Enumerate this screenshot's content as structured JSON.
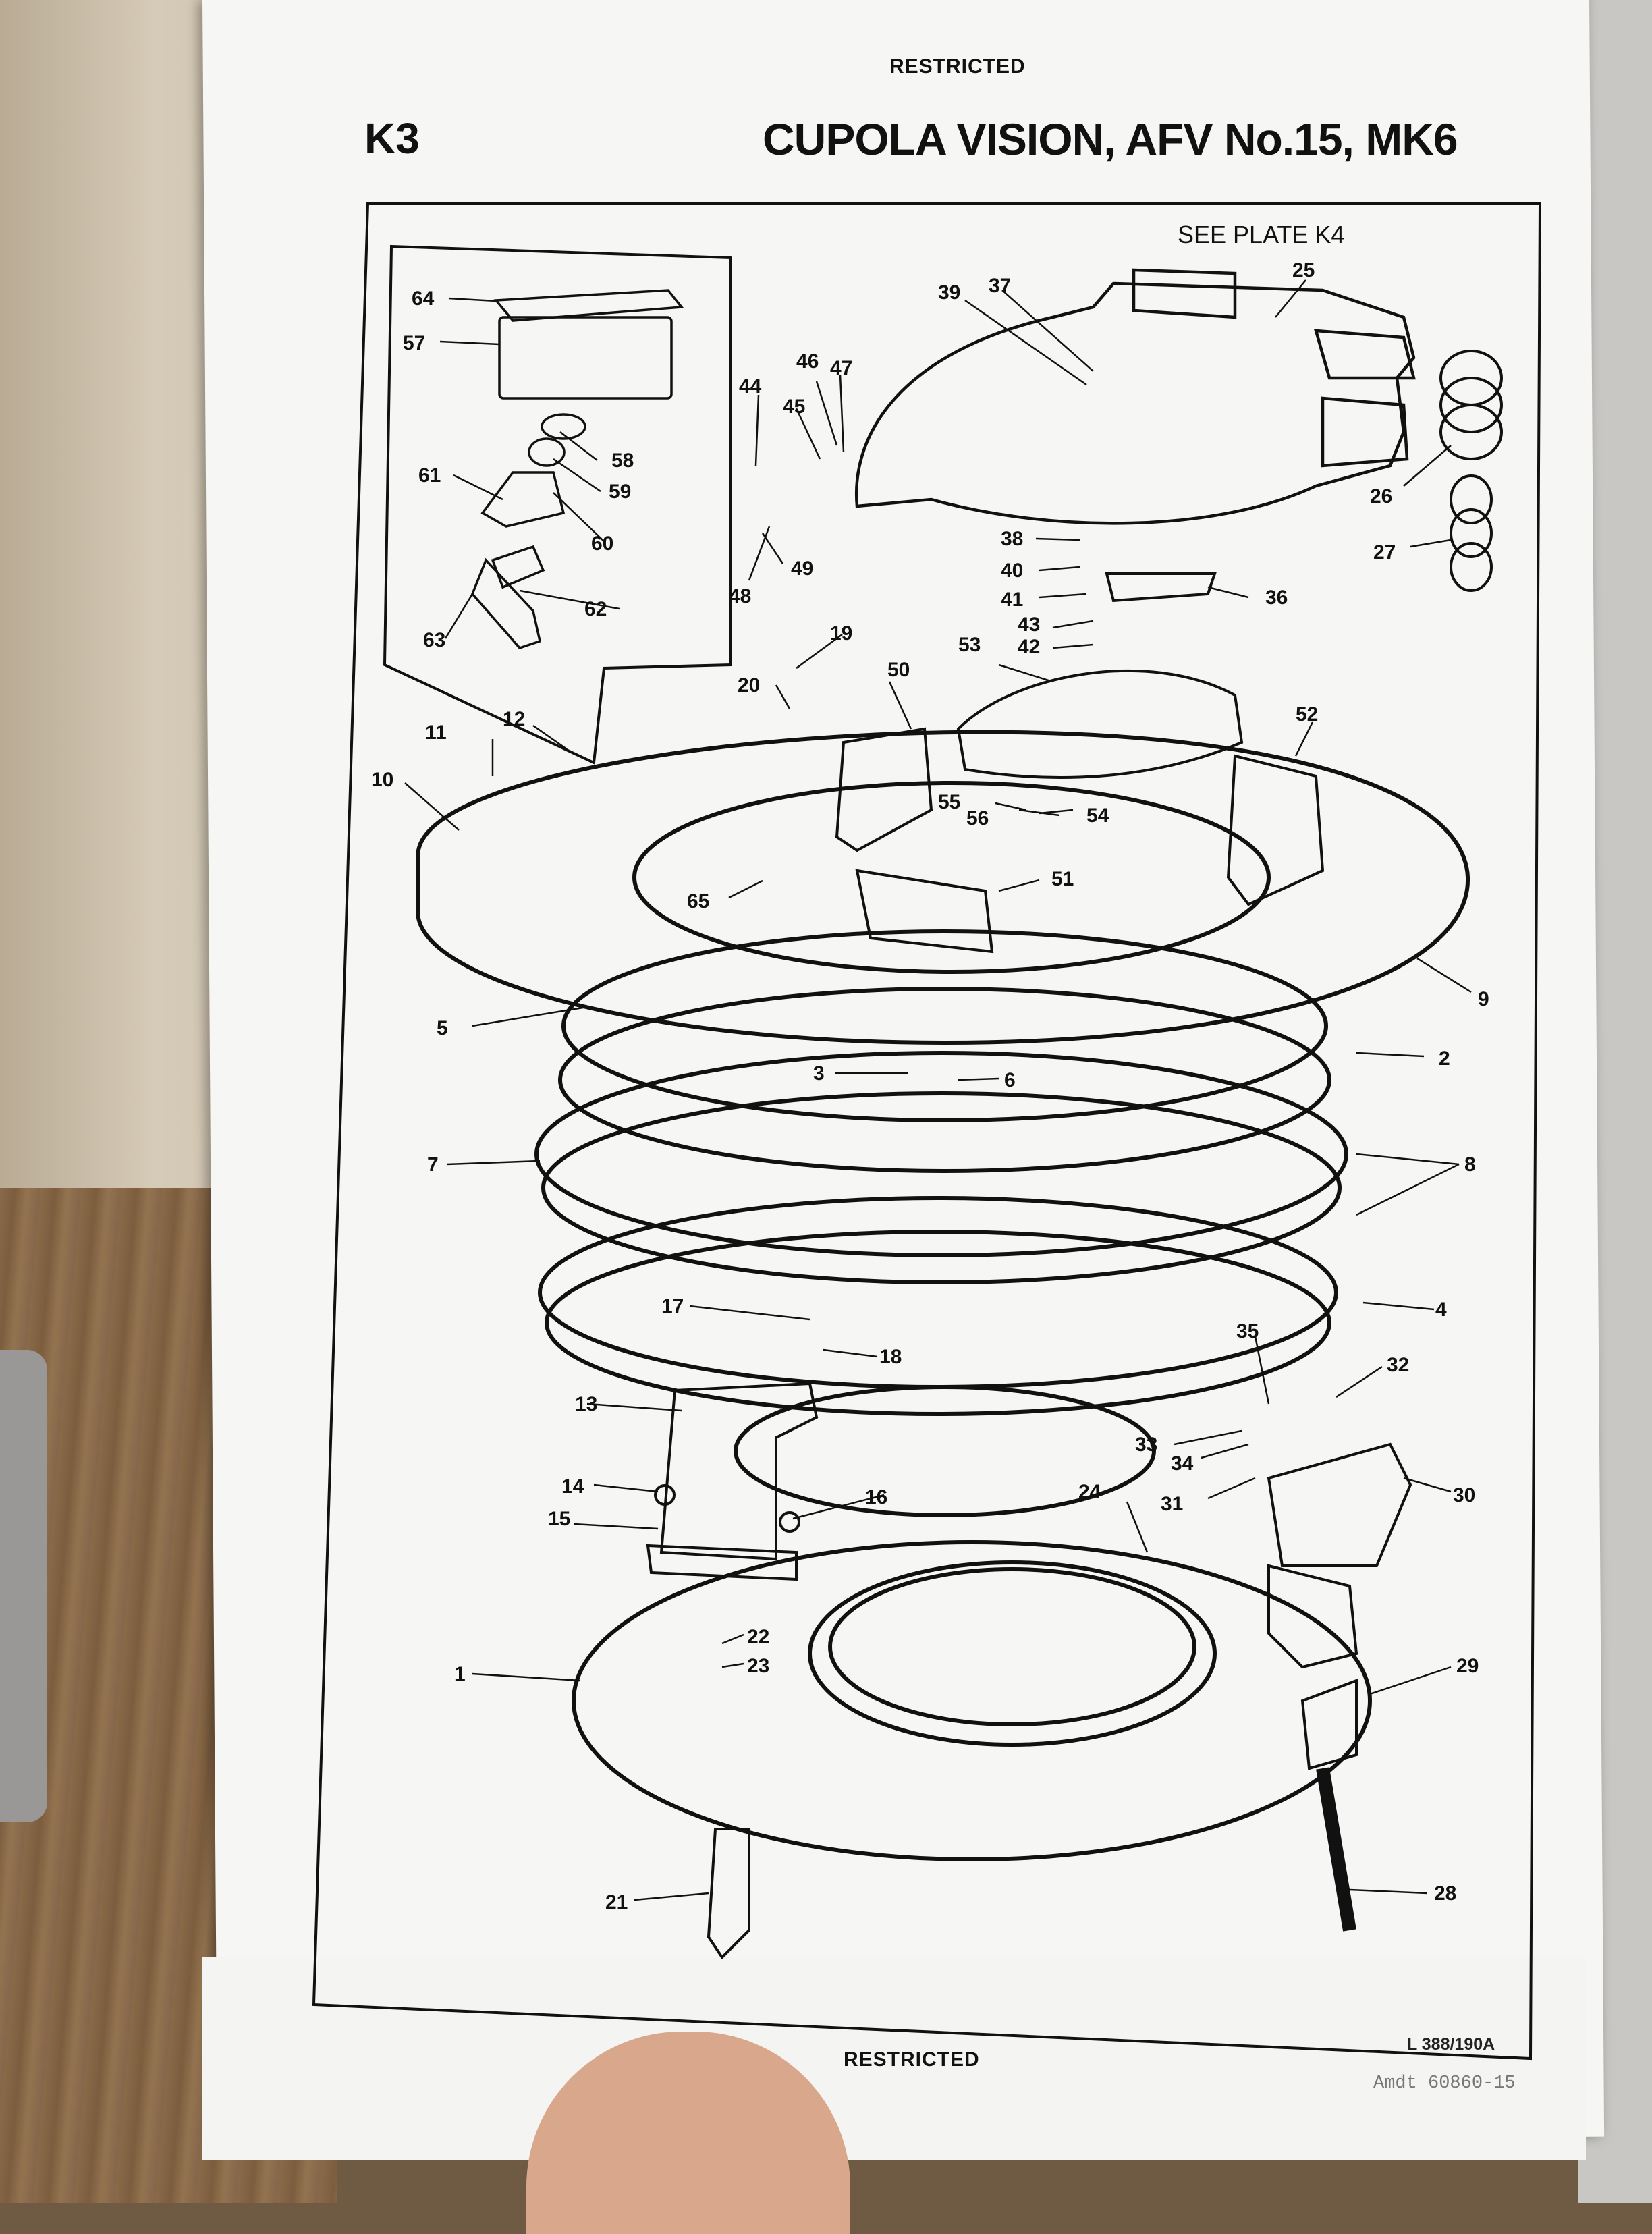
{
  "page": {
    "header_restricted": "RESTRICTED",
    "footer_restricted": "RESTRICTED",
    "plate_code": "K3",
    "title": "CUPOLA VISION, AFV No.15, MK6",
    "see_plate": "SEE PLATE K4",
    "ref_code": "L 388/190A",
    "amdt": "Amdt 60860-15"
  },
  "labels": [
    "64",
    "57",
    "58",
    "59",
    "61",
    "60",
    "62",
    "63",
    "39",
    "37",
    "25",
    "46",
    "47",
    "44",
    "45",
    "26",
    "27",
    "38",
    "40",
    "36",
    "41",
    "43",
    "42",
    "49",
    "48",
    "19",
    "53",
    "50",
    "20",
    "52",
    "12",
    "11",
    "10",
    "55",
    "56",
    "54",
    "65",
    "51",
    "9",
    "5",
    "2",
    "3",
    "6",
    "7",
    "8",
    "4",
    "17",
    "18",
    "35",
    "32",
    "13",
    "33",
    "34",
    "30",
    "14",
    "16",
    "24",
    "31",
    "15",
    "22",
    "23",
    "29",
    "1",
    "28",
    "21"
  ],
  "colors": {
    "ink": "#111111",
    "paper": "#f6f6f4"
  }
}
